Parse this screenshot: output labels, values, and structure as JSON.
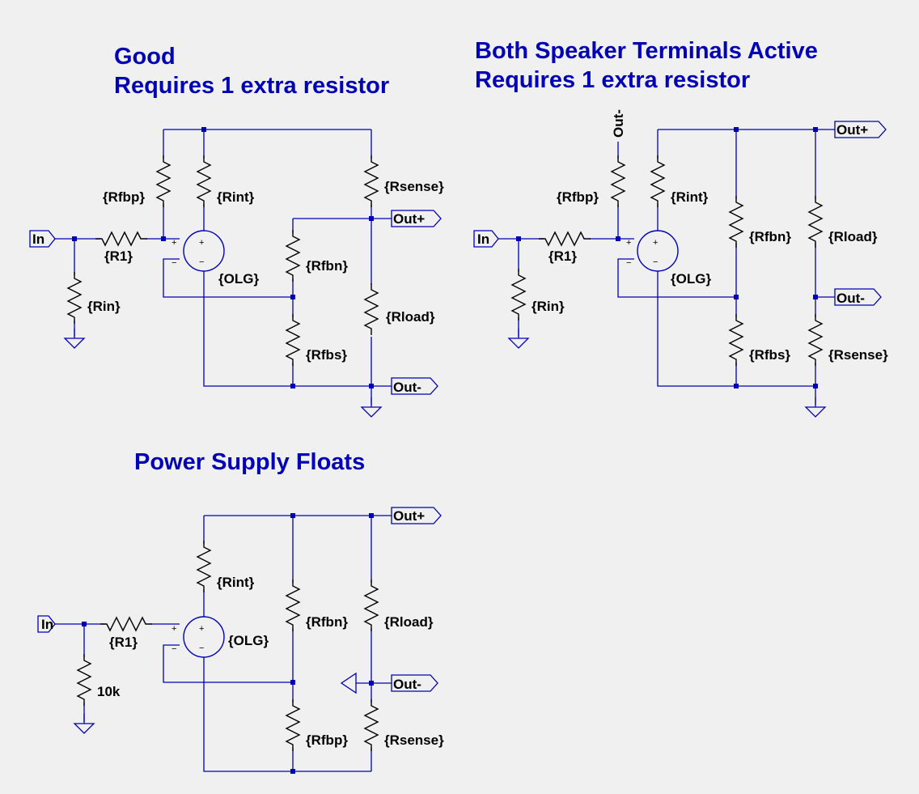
{
  "titles": {
    "good_line1": "Good",
    "good_line2": "Requires 1 extra resistor",
    "both_line1": "Both Speaker Terminals Active",
    "both_line2": "Requires 1 extra resistor",
    "floats": "Power Supply Floats"
  },
  "c1": {
    "in": "In",
    "rfbp": "{Rfbp}",
    "rint": "{Rint}",
    "rsense": "{Rsense}",
    "r1": "{R1}",
    "rin": "{Rin}",
    "olg": "{OLG}",
    "rfbn": "{Rfbn}",
    "rload": "{Rload}",
    "rfbs": "{Rfbs}",
    "outp": "Out+",
    "outn": "Out-"
  },
  "c2": {
    "in": "In",
    "outn_top": "Out-",
    "rfbp": "{Rfbp}",
    "rint": "{Rint}",
    "r1": "{R1}",
    "rin": "{Rin}",
    "olg": "{OLG}",
    "rfbn": "{Rfbn}",
    "rload": "{Rload}",
    "rfbs": "{Rfbs}",
    "rsense": "{Rsense}",
    "outp": "Out+",
    "outn": "Out-"
  },
  "c3": {
    "in": "In",
    "rint": "{Rint}",
    "r1": "{R1}",
    "olg": "{OLG}",
    "rfbn": "{Rfbn}",
    "rload": "{Rload}",
    "rfbp": "{Rfbp}",
    "rsense": "{Rsense}",
    "rin": "10k",
    "outp": "Out+",
    "outn": "Out-"
  },
  "pins": {
    "plus": "+",
    "minus": "−"
  }
}
